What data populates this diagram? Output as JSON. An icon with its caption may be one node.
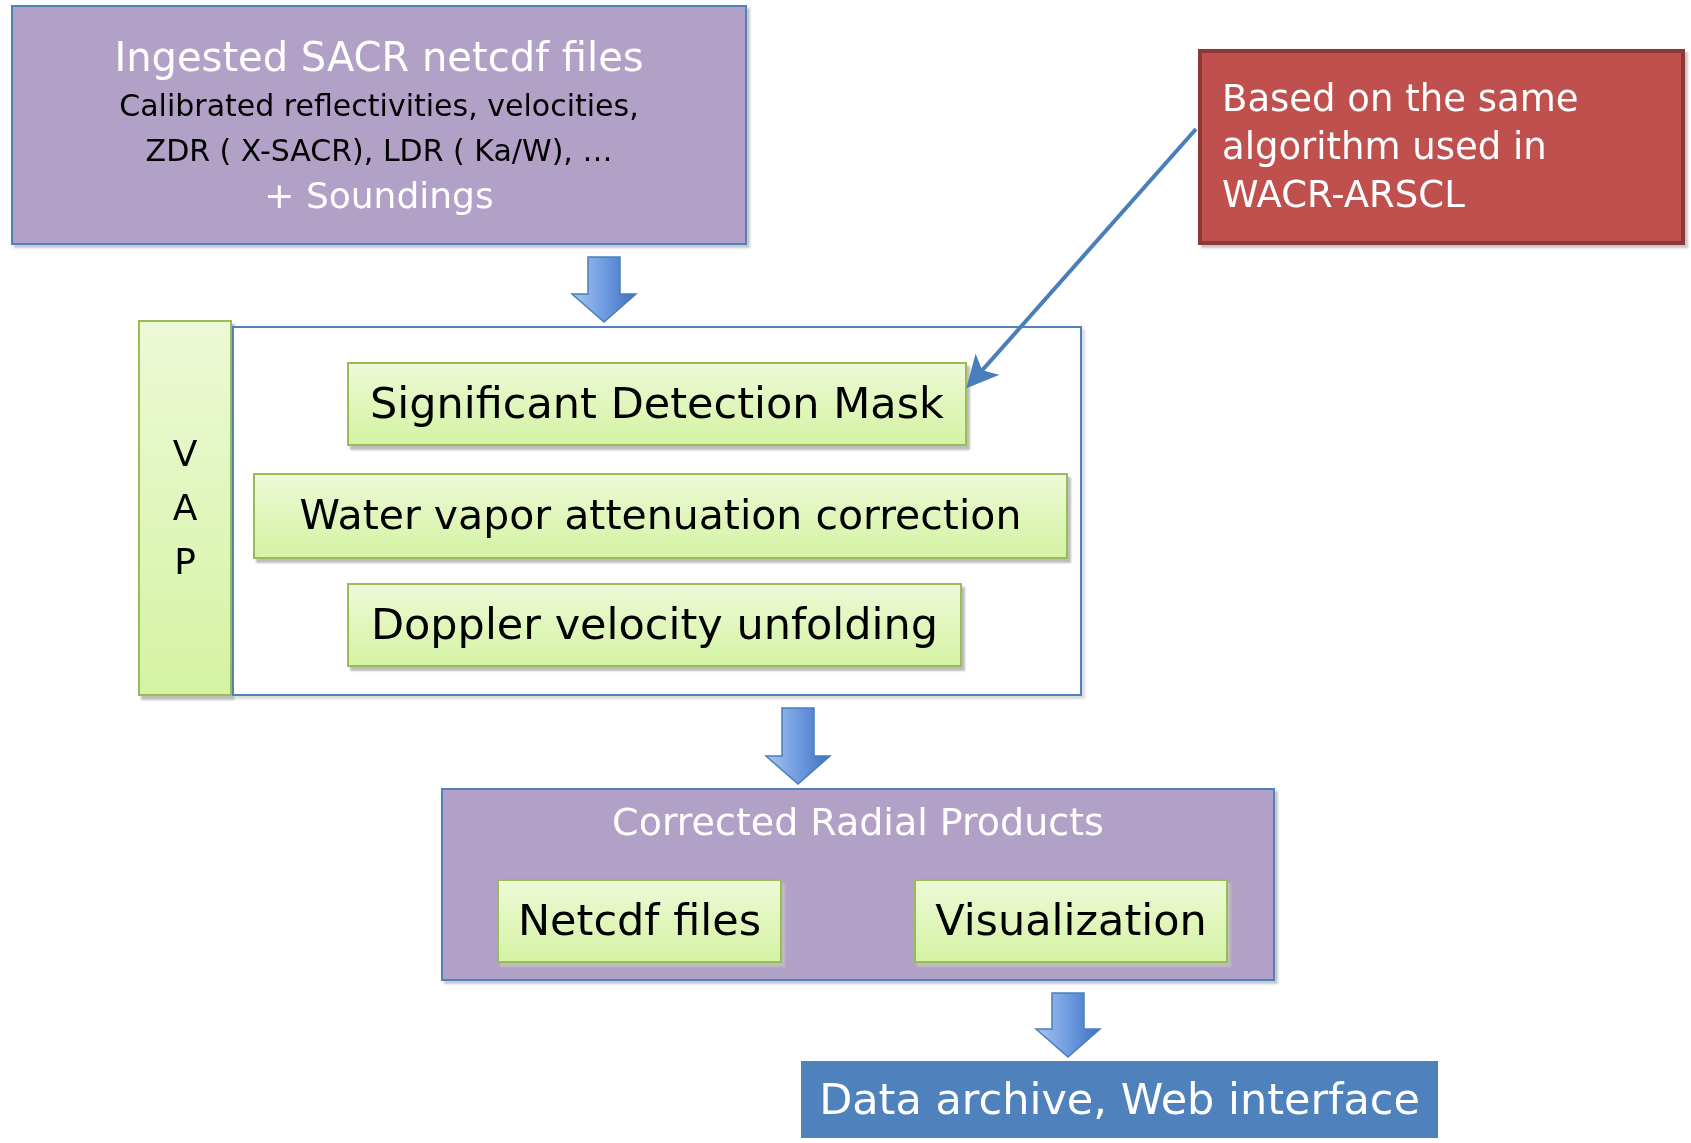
{
  "diagram": {
    "nodes": [
      {
        "text": [
          "Ingested SACR netcdf files",
          "Calibrated reflectivities, velocities, ZDR ( X-SACR), LDR ( Ka/W), …",
          "+ Soundings"
        ]
      },
      {
        "text": [
          "Based on the same algorithm used in WACR-ARSCL"
        ]
      },
      {
        "text": [
          "VAP"
        ]
      },
      {
        "text": [],
        "shape": "box"
      },
      {
        "text": [
          "Significant Detection Mask"
        ],
        "in": 3
      },
      {
        "text": [
          "Water vapor attenuation correction"
        ],
        "in": 3
      },
      {
        "text": [
          "Doppler velocity unfolding"
        ],
        "in": 3
      },
      {
        "text": [
          "Corrected Radial Products"
        ]
      },
      {
        "text": [
          "Netcdf files"
        ],
        "in": 7
      },
      {
        "text": [
          "Visualization"
        ],
        "in": 7
      },
      {
        "text": [
          "Data archive, Web interface"
        ]
      }
    ],
    "edges": [
      {
        "from": 0,
        "to": 3,
        "arrow": "to",
        "style": "thick"
      },
      {
        "from": 1,
        "to": 4,
        "arrow": "to"
      },
      {
        "from": 3,
        "to": 7,
        "arrow": "to",
        "style": "thick"
      },
      {
        "from": 7,
        "to": 10,
        "arrow": "to",
        "style": "thick"
      }
    ]
  }
}
